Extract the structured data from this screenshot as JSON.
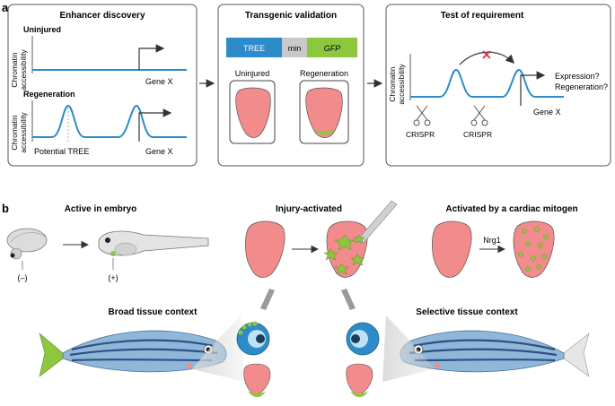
{
  "panel_a": {
    "label": "a",
    "box1": {
      "title": "Enhancer discovery",
      "uninjured": "Uninjured",
      "regeneration": "Regeneration",
      "axis_line1": "Chromatin",
      "axis_line2": "accessibility",
      "gene": "Gene X",
      "potential": "Potential TREE"
    },
    "box2": {
      "title": "Transgenic validation",
      "construct_tree": "TREE",
      "construct_min": "min",
      "construct_gfp": "GFP",
      "uninjured": "Uninjured",
      "regeneration": "Regeneration"
    },
    "box3": {
      "title": "Test of requirement",
      "axis_line1": "Chromatin",
      "axis_line2": "accessibility",
      "q1": "Expression?",
      "q2": "Regeneration?",
      "gene": "Gene X",
      "crispr1": "CRISPR",
      "crispr2": "CRISPR"
    }
  },
  "panel_b": {
    "label": "b",
    "active_embryo": "Active in embryo",
    "minus": "(–)",
    "plus": "(+)",
    "injury": "Injury-activated",
    "mitogen": "Activated by a cardiac mitogen",
    "nrg1": "Nrg1",
    "broad": "Broad tissue context",
    "selective": "Selective tissue context"
  },
  "colors": {
    "blue": "#2e8bc9",
    "heart": "#f28b8b",
    "green": "#8dc63f",
    "red_x": "#e2232a",
    "min_gray": "#c9c9c9"
  }
}
